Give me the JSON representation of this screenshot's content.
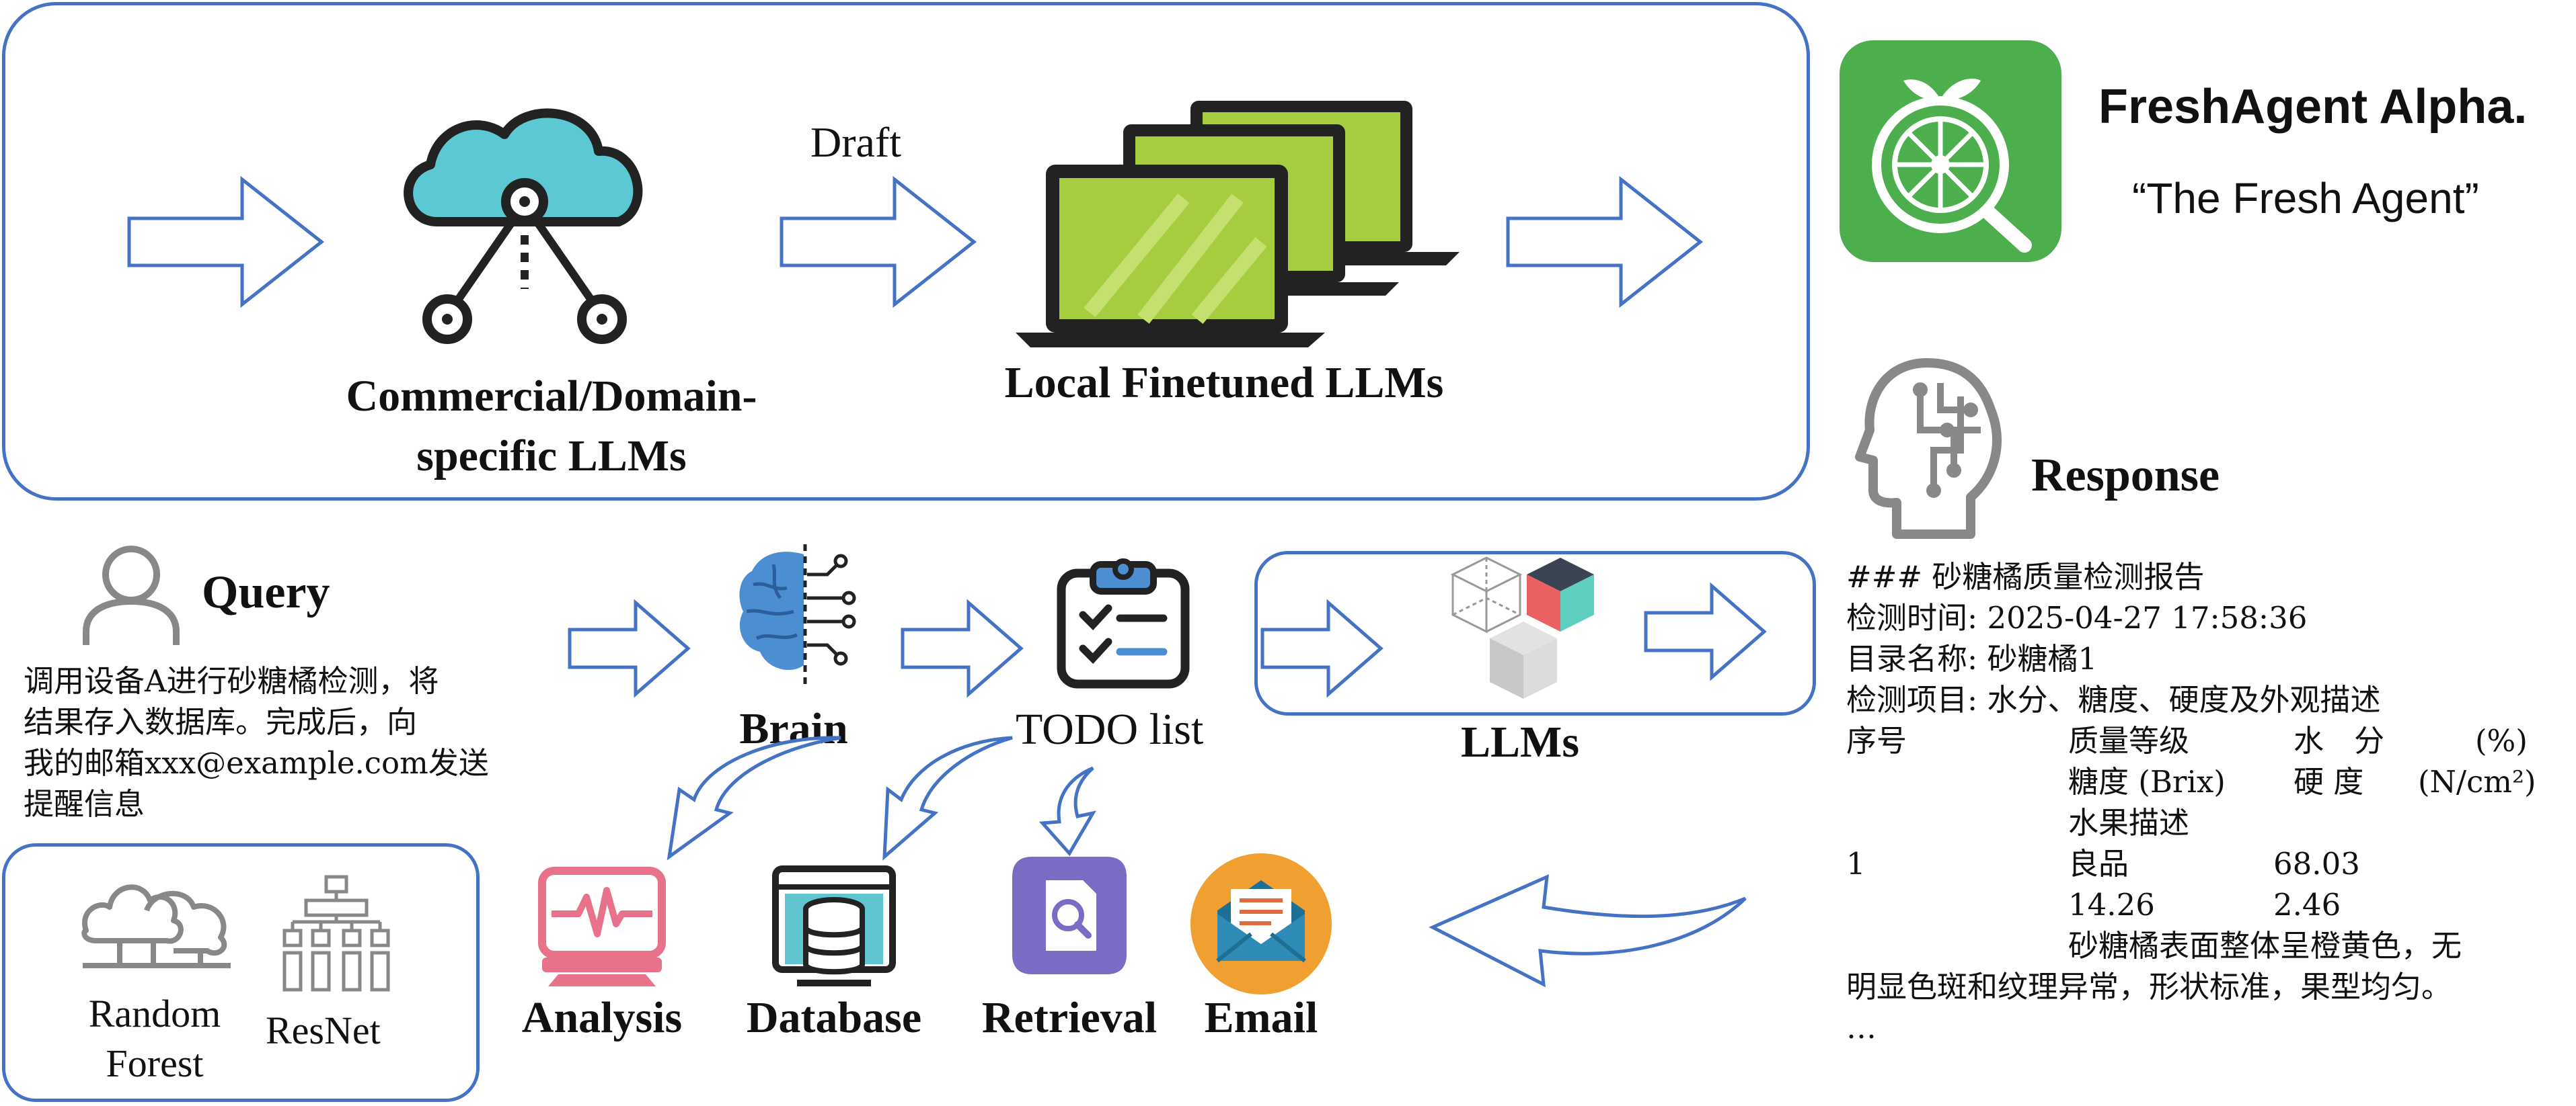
{
  "top_flow": {
    "commercial_label": "Commercial/Domain-specific LLMs",
    "draft_label": "Draft",
    "local_label": "Local Finetuned LLMs"
  },
  "brand": {
    "name": "FreshAgent Alpha.",
    "tagline": "“The Fresh Agent”",
    "logo_color": "#4cae4c"
  },
  "response": {
    "title": "Response",
    "lines": [
      "### 砂糖橘质量检测报告",
      "检测时间: 2025-04-27 17:58:36",
      "目录名称: 砂糖橘1",
      "检测项目: 水分、糖度、硬度及外观描述"
    ],
    "table": {
      "header_row1": [
        "序号",
        "质量等级",
        "水　分",
        "(%)"
      ],
      "header_row2": [
        "",
        "糖度 (Brix)",
        "硬 度",
        "(N/cm²)"
      ],
      "header_row3": [
        "",
        "水果描述",
        "",
        ""
      ],
      "data_row1": [
        "1",
        "良品",
        "68.03",
        ""
      ],
      "data_row2": [
        "",
        "14.26",
        "2.46",
        ""
      ],
      "desc_line1": "砂糖橘表面整体呈橙黄色，无",
      "desc_line2": "明显色斑和纹理异常，形状标准，果型均匀。",
      "ellipsis": "…"
    }
  },
  "query": {
    "title": "Query",
    "lines": [
      "调用设备A进行砂糖橘检测，将",
      "结果存入数据库。完成后，向",
      "我的邮箱xxx@example.com发送",
      "提醒信息"
    ]
  },
  "brain": {
    "label": "Brain"
  },
  "todo": {
    "label": "TODO list"
  },
  "llms": {
    "label": "LLMs"
  },
  "models": {
    "random_forest": "Random Forest",
    "resnet": "ResNet"
  },
  "tools": {
    "analysis": "Analysis",
    "database": "Database",
    "retrieval": "Retrieval",
    "email": "Email"
  },
  "colors": {
    "frame_blue": "#4472c4",
    "cloud_teal": "#5bc8d4",
    "laptop_green": "#a6cc3f",
    "analysis_pink": "#e8728a",
    "retrieval_purple": "#7b6bc4",
    "email_orange": "#f0a030",
    "email_blue": "#2e8bb5"
  }
}
